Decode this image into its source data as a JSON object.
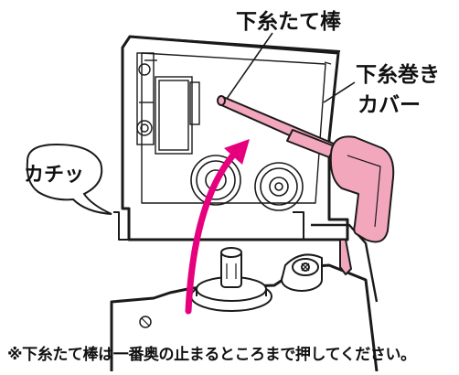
{
  "labels": {
    "rod": "下糸たて棒",
    "cover_line1": "下糸巻き",
    "cover_line2": "カバー",
    "click_sound": "カチッ",
    "note": "※下糸たて棒は一番奥の止まるところまで押してください。"
  },
  "colors": {
    "line": "#1a1a1a",
    "rod_pink": "#f3a7bd",
    "arrow_magenta": "#e6007e",
    "background": "#ffffff"
  },
  "icons": {
    "motion_arrow": "curved-up-arrow",
    "speech_bubble": "speech-bubble"
  }
}
